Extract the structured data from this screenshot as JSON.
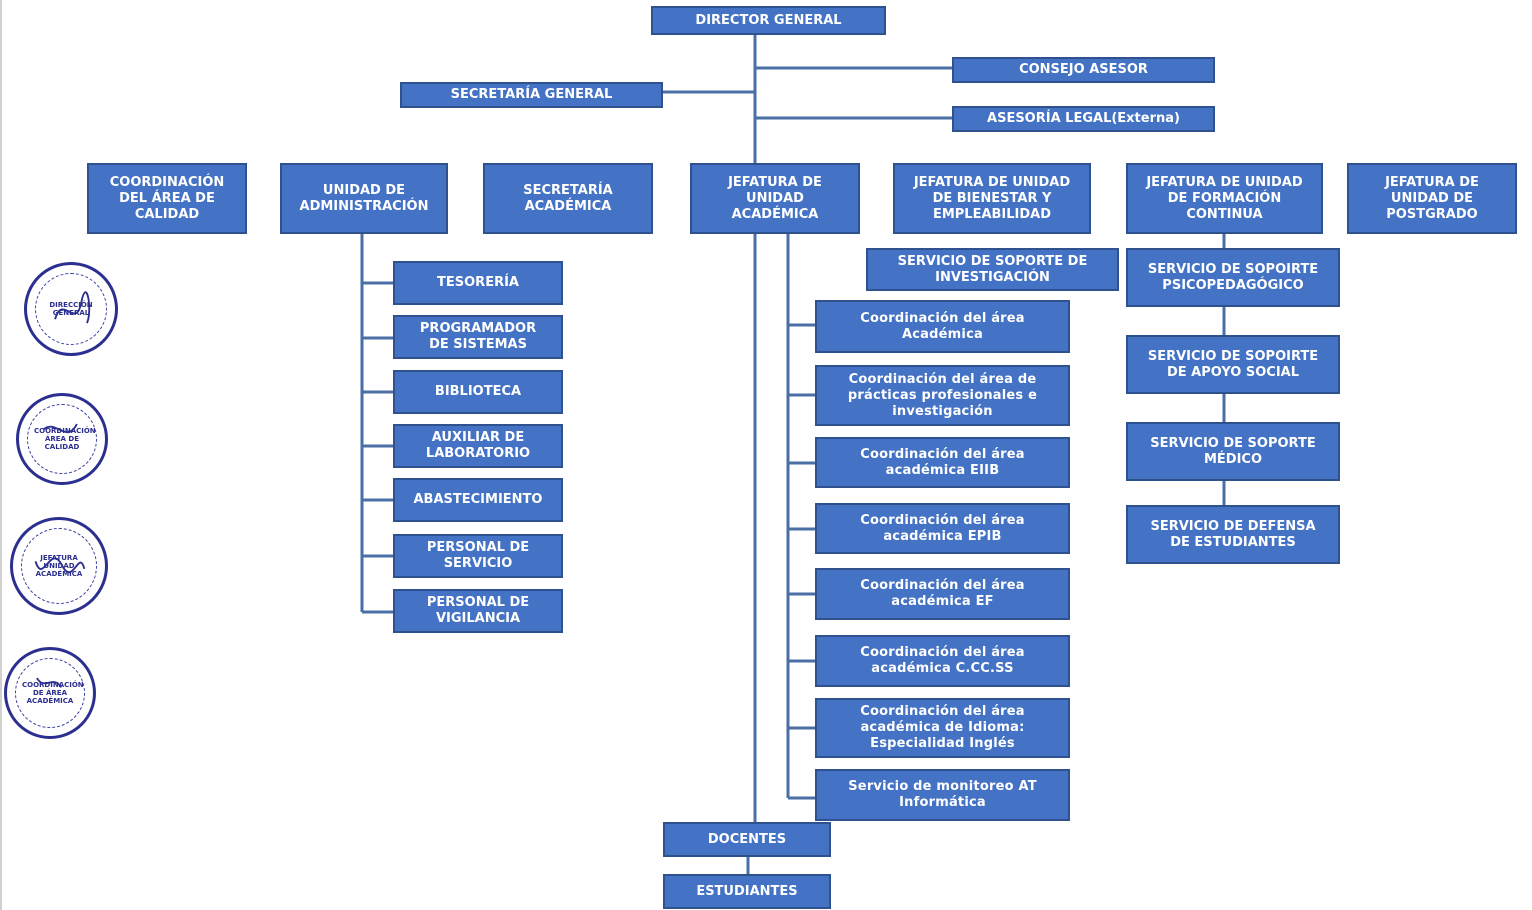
{
  "nodes": {
    "director": "DIRECTOR GENERAL",
    "consejo": "CONSEJO ASESOR",
    "secretaria_general": "SECRETARÍA GENERAL",
    "asesoria": "ASESORÍA LEGAL(Externa)",
    "coord_calidad": "COORDINACIÓN\nDEL ÁREA DE\nCALIDAD",
    "unidad_admin": "UNIDAD DE\nADMINISTRACIÓN",
    "secretaria_academica": "SECRETARÍA\nACADÉMICA",
    "jefatura_academica": "JEFATURA DE\nUNIDAD\nACADÉMICA",
    "jefatura_bienestar": "JEFATURA DE UNIDAD\nDE BIENESTAR Y\nEMPLEABILIDAD",
    "jefatura_formacion": "JEFATURA DE UNIDAD\nDE FORMACIÓN\nCONTINUA",
    "jefatura_postgrado": "JEFATURA DE\nUNIDAD DE\nPOSTGRADO",
    "soporte_investigacion": "SERVICIO DE SOPORTE DE\nINVESTIGACIÓN",
    "tesoreria": "TESORERÍA",
    "programador": "PROGRAMADOR\nDE SISTEMAS",
    "biblioteca": "BIBLIOTECA",
    "auxiliar": "AUXILIAR DE\nLABORATORIO",
    "abastecimiento": "ABASTECIMIENTO",
    "personal_servicio": "PERSONAL DE\nSERVICIO",
    "personal_vigilancia": "PERSONAL DE\nVIGILANCIA",
    "coord_academica": "Coordinación del área\nAcadémica",
    "coord_practicas": "Coordinación del área de\nprácticas profesionales e\ninvestigación",
    "coord_eiib": "Coordinación del área\nacadémica EIIB",
    "coord_epib": "Coordinación del área\nacadémica EPIB",
    "coord_ef": "Coordinación del área\nacadémica EF",
    "coord_ccss": "Coordinación del área\nacadémica C.CC.SS",
    "coord_idioma": "Coordinación del área\nacadémica de Idioma:\nEspecialidad Inglés",
    "monitoreo": "Servicio de monitoreo AT\nInformática",
    "docentes": "DOCENTES",
    "estudiantes": "ESTUDIANTES",
    "soporte_psico": "SERVICIO DE SOPOIRTE\nPSICOPEDAGÓGICO",
    "soporte_social": "SERVICIO DE SOPOIRTE\nDE APOYO SOCIAL",
    "soporte_medico": "SERVICIO DE SOPORTE\nMÉDICO",
    "defensa": "SERVICIO DE DEFENSA\nDE ESTUDIANTES"
  },
  "seals": {
    "seal1": "DIRECCIÓN\nGENERAL",
    "seal2": "COORDINACIÓN\nÁREA DE CALIDAD",
    "seal3": "JEFATURA UNIDAD\nACADÉMICA",
    "seal4": "COORDINACIÓN\nDE ÁREA\nACADÉMICA"
  },
  "colors": {
    "box_fill": "#4472c4",
    "box_border": "#2f528f",
    "connector": "#4a6fa5",
    "seal_ink": "#2b2f8f"
  }
}
